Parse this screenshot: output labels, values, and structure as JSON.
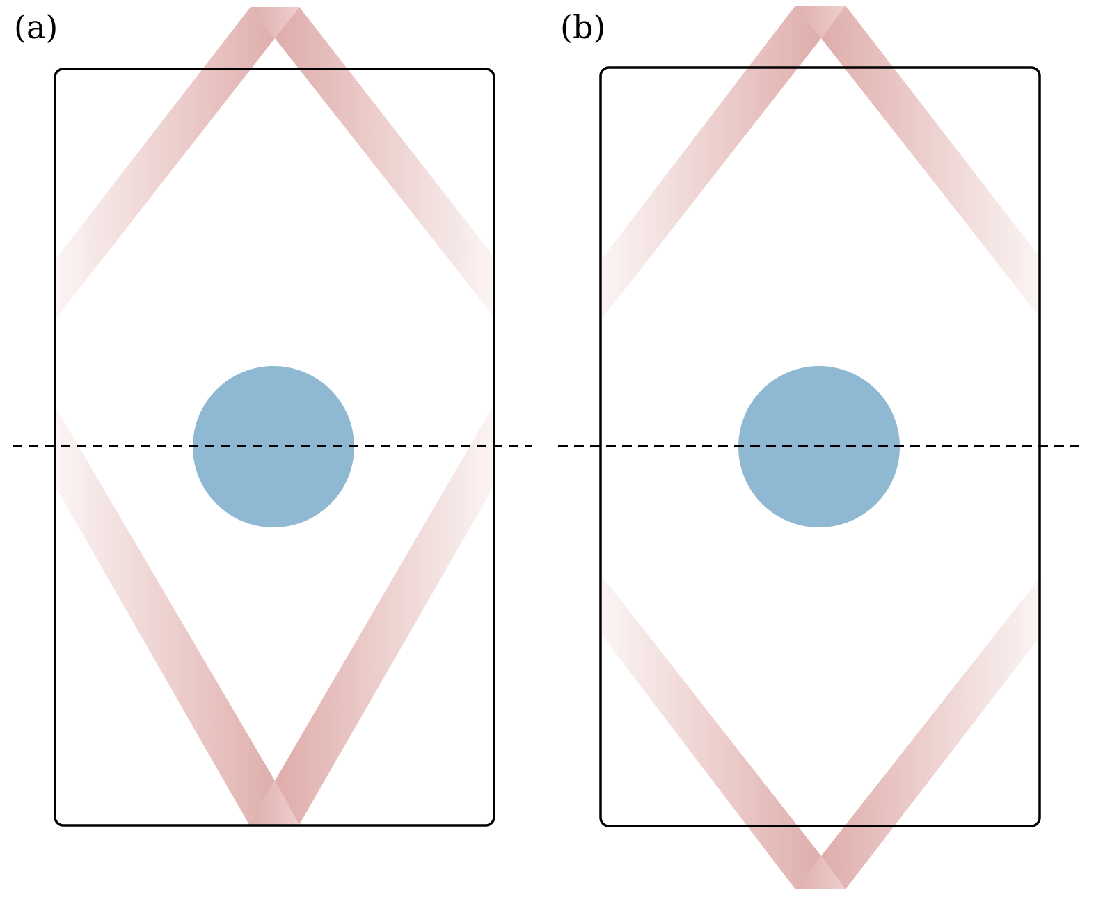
{
  "panels": [
    {
      "id": "a",
      "label": "(a)"
    },
    {
      "id": "b",
      "label": "(b)"
    }
  ],
  "colors": {
    "stripe": "#dda9a6",
    "disc": "#8fb9d3",
    "frame": "#000000",
    "dashed_line": "#000000"
  }
}
